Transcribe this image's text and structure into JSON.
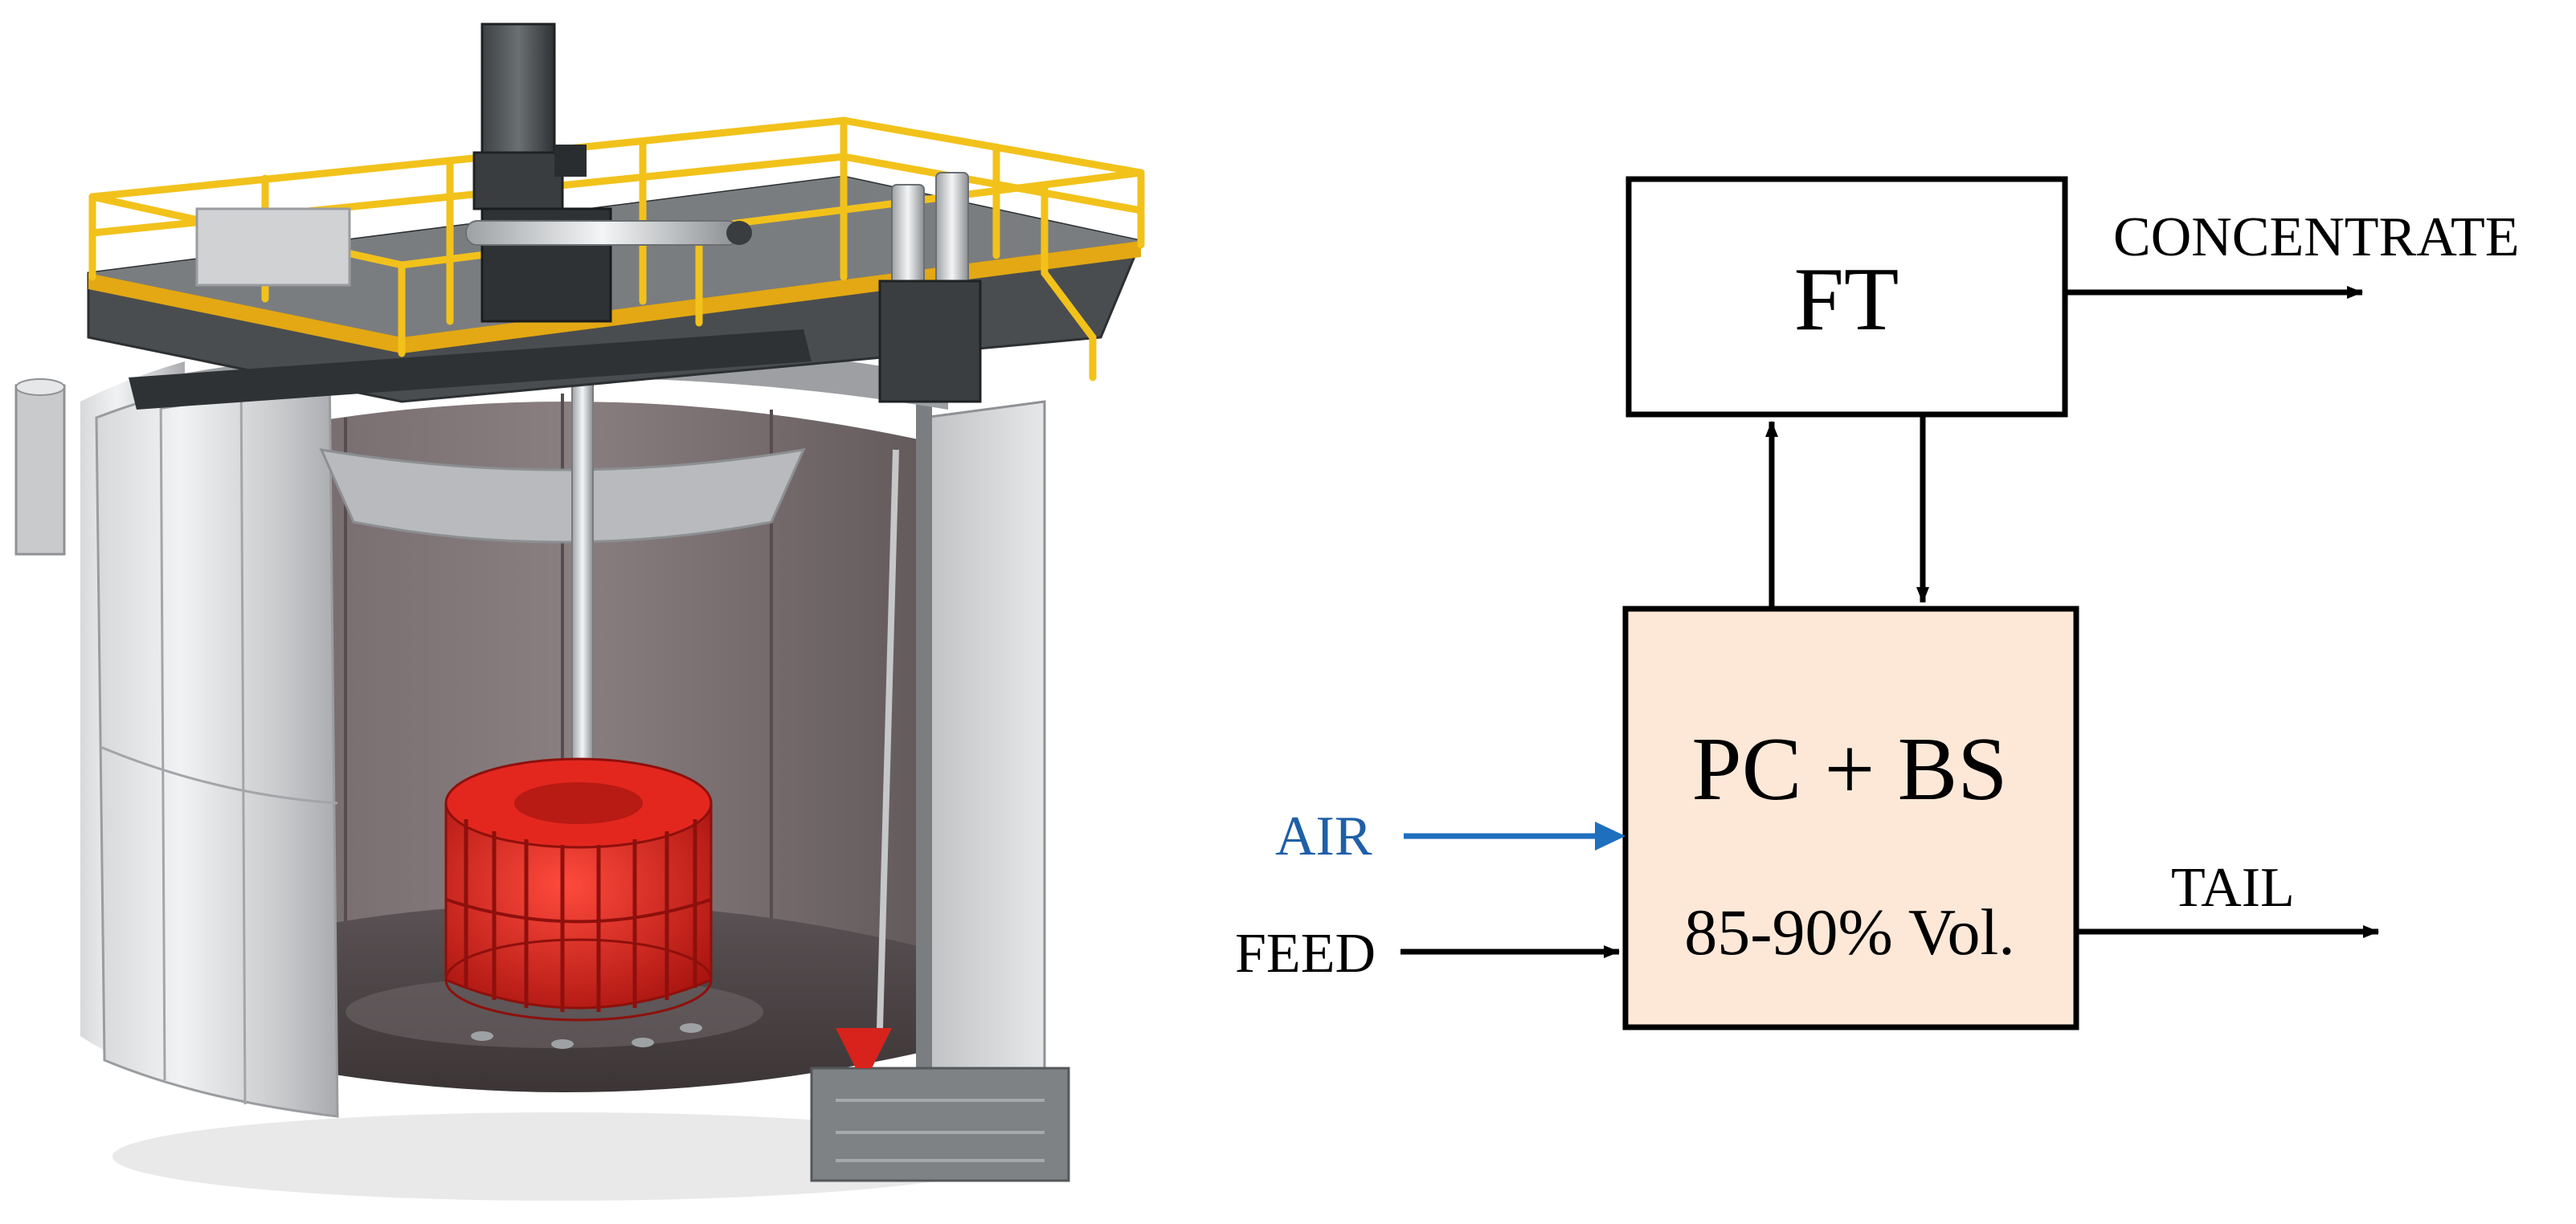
{
  "illustration": {
    "subject": "flotation cell cutaway"
  },
  "diagram": {
    "nodes": {
      "ft": {
        "label": "FT"
      },
      "pc_bs": {
        "label": "PC + BS",
        "sublabel": "85-90% Vol."
      }
    },
    "streams": {
      "concentrate": "CONCENTRATE",
      "tail": "TAIL",
      "air": "AIR",
      "feed": "FEED"
    },
    "colors": {
      "pc_bs_fill": "#fde8d8",
      "air_arrow": "#1f6fbf",
      "air_label": "#1f5fa8",
      "line": "#000000",
      "impeller": "#d8231d",
      "railing": "#f2c21b"
    }
  }
}
